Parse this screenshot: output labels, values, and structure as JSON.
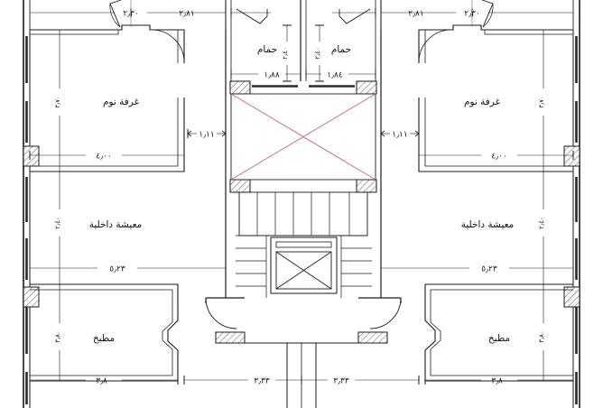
{
  "document": {
    "type": "architectural-floor-plan",
    "language": "ar",
    "description": "Symmetric two-unit residential floor plan with central stair and elevator core",
    "background_color": "#ffffff",
    "line_color": "#1a1a1a",
    "void_cross_color": "#c06a72"
  },
  "rooms": {
    "bedroom_left": {
      "label": "غرفة نوم"
    },
    "bedroom_right": {
      "label": "غرفة نوم"
    },
    "living_left": {
      "label": "معيشة داخلية"
    },
    "living_right": {
      "label": "معيشة داخلية"
    },
    "kitchen_left": {
      "label": "مطبخ"
    },
    "kitchen_right": {
      "label": "مطبخ"
    },
    "bath_left": {
      "label": "حمام"
    },
    "bath_right": {
      "label": "حمام"
    }
  },
  "dimensions": {
    "top_left_outer": "٢٫٣٠",
    "top_left_inner": "٢٫٨١",
    "top_right_inner": "٢٫٨١",
    "top_right_outer": "٢٫٣٠",
    "bath_left_width": "١٫٨٨",
    "bath_right_width": "١٫٨٤",
    "bath_left_height": "٢٫٤٠",
    "bath_right_height": "٢٫٤٠",
    "bedroom_left_height": "٣٫٧٠",
    "bedroom_right_height": "٣٫٧٠",
    "bedroom_left_width": "٤٫٠٠",
    "bedroom_right_width": "٤٫٠٠",
    "core_left_gap": "١٫١١",
    "core_right_gap": "١٫١١",
    "living_left_height": "٢٫٤٠",
    "living_right_height": "٢٫٤٠",
    "living_left_width": "٥٫٢٣",
    "living_right_width": "٥٫٢٣",
    "kitchen_left_height": "٣٫٨٠",
    "kitchen_right_height": "٣٫٨٠",
    "bottom_left_outer": "٣٫٨٠",
    "bottom_left_inner": "٣٫٣٣",
    "bottom_right_inner": "٣٫٣٣",
    "bottom_right_outer": "٣٫٨٠"
  },
  "core": {
    "void_label": "",
    "stair_label": "",
    "elevator_label": ""
  }
}
